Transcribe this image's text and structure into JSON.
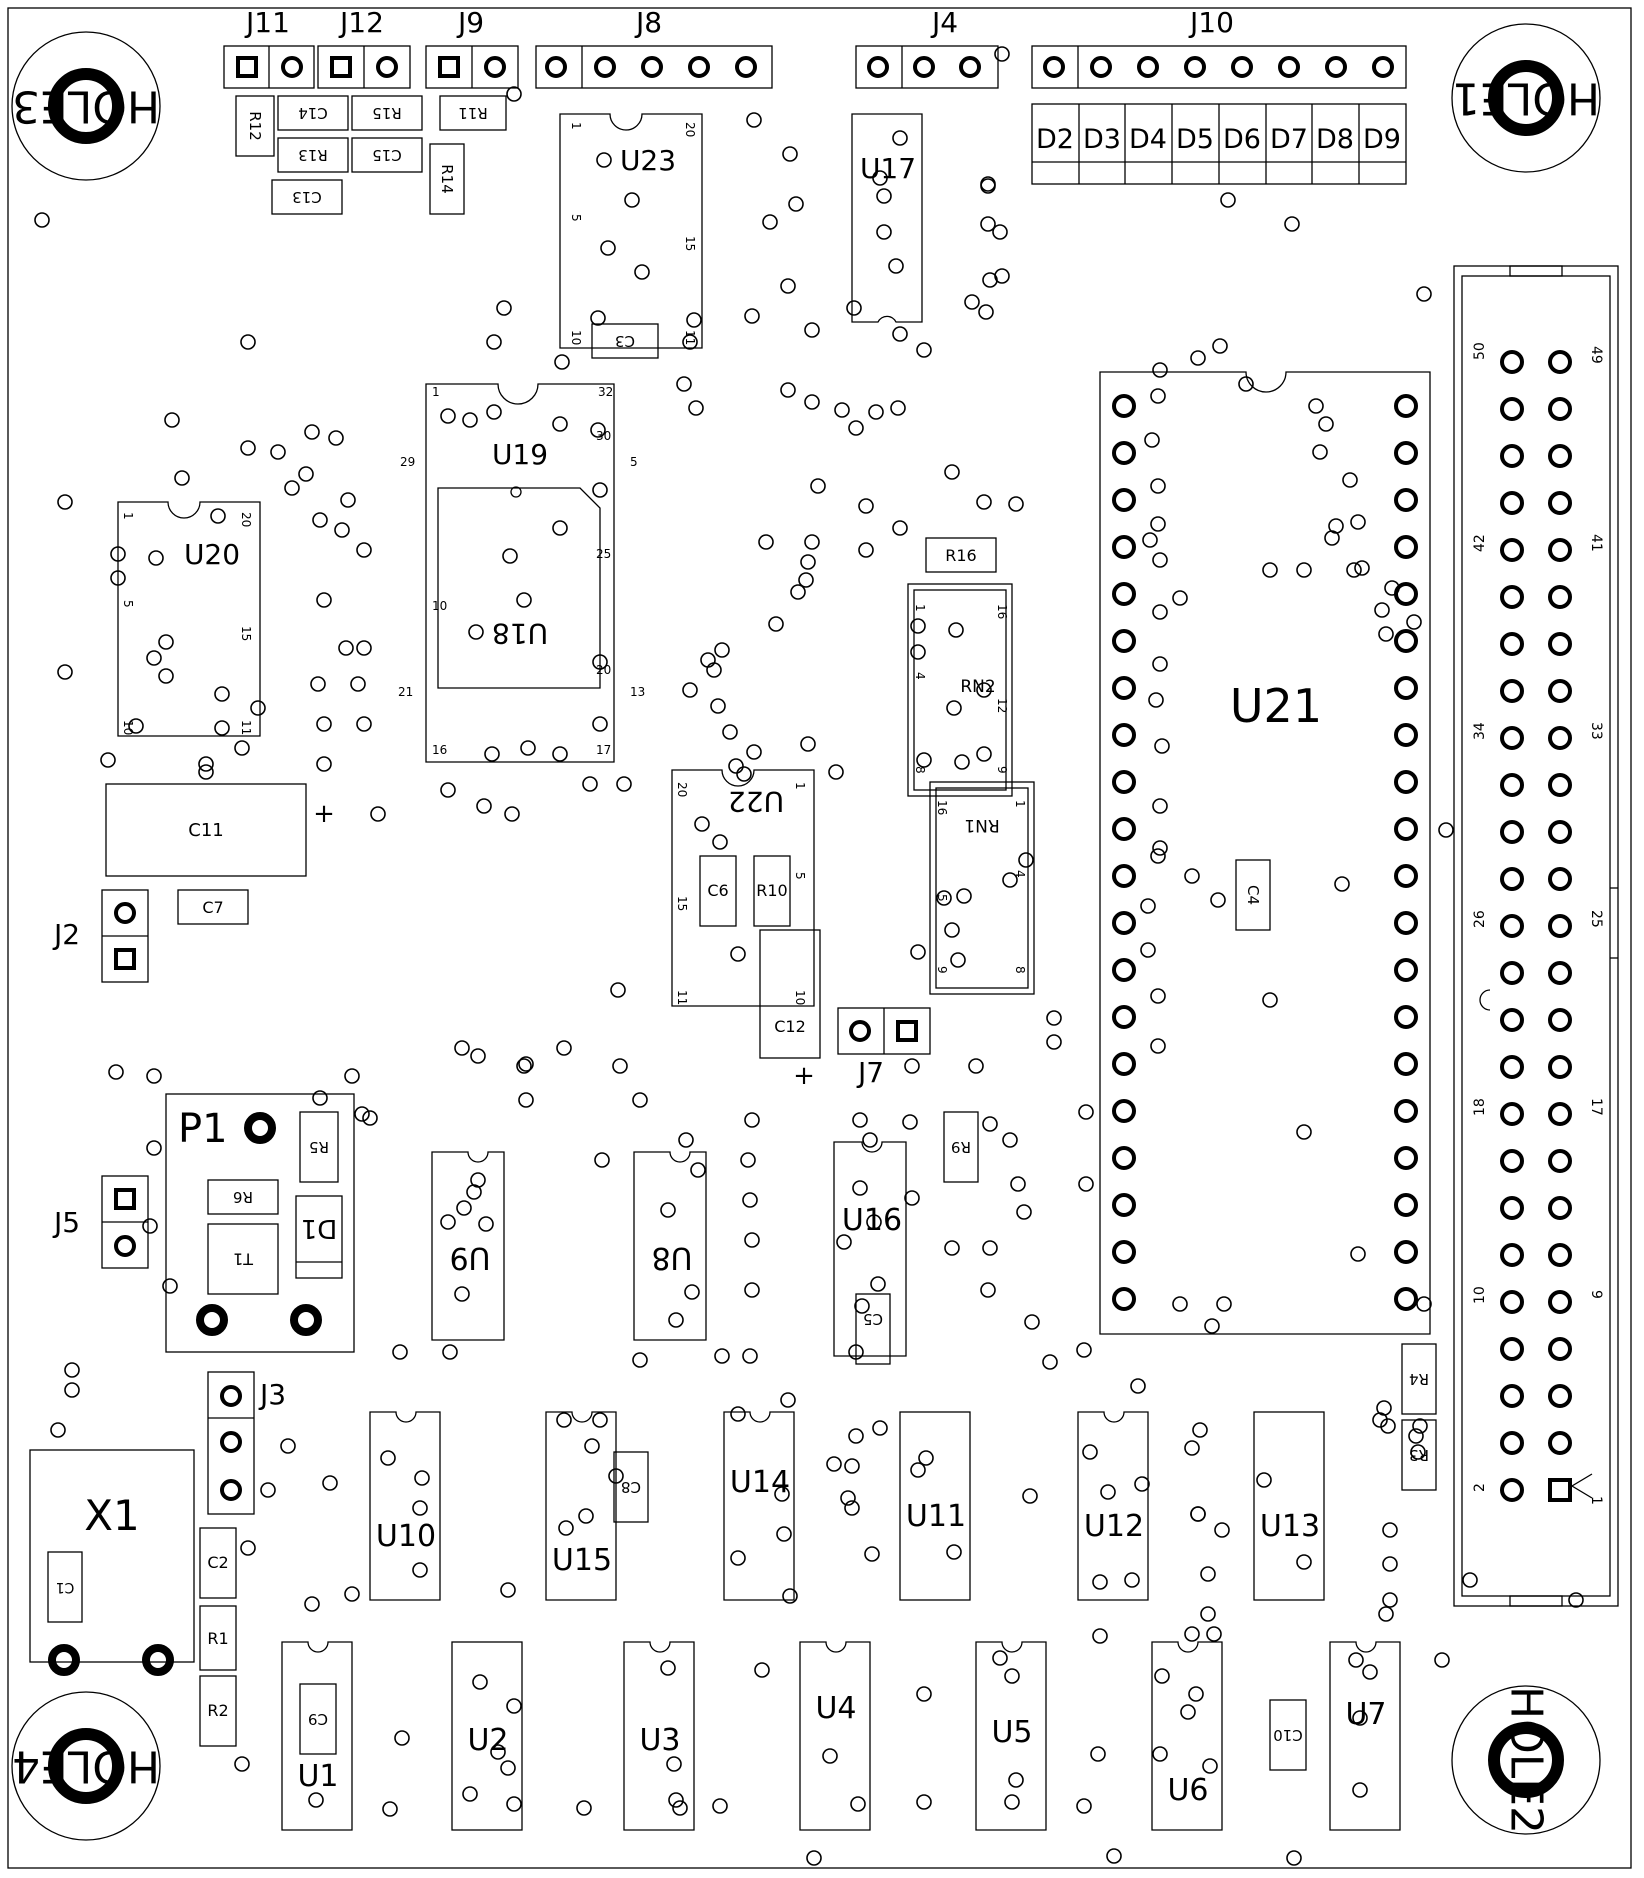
{
  "board": {
    "colors": {
      "ink": "#000000",
      "background": "#ffffff"
    },
    "holes": [
      "HOLE1",
      "HOLE2",
      "HOLE3",
      "HOLE4"
    ],
    "connectors": {
      "j11": "J11",
      "j12": "J12",
      "j9": "J9",
      "j8": "J8",
      "j4": "J4",
      "j10": "J10",
      "j2": "J2",
      "j5": "J5",
      "j3": "J3",
      "j7": "J7",
      "p1": "P1",
      "x1": "X1"
    },
    "d_labels": [
      "D2",
      "D3",
      "D4",
      "D5",
      "D6",
      "D7",
      "D8",
      "D9"
    ],
    "chips": {
      "u1": "U1",
      "u2": "U2",
      "u3": "U3",
      "u4": "U4",
      "u5": "U5",
      "u6": "U6",
      "u7": "U7",
      "u8": "U8",
      "u9": "U9",
      "u10": "U10",
      "u11": "U11",
      "u12": "U12",
      "u13": "U13",
      "u14": "U14",
      "u15": "U15",
      "u16": "U16",
      "u17": "U17",
      "u18": "U18",
      "u19": "U19",
      "u20": "U20",
      "u21": "U21",
      "u22": "U22",
      "u23": "U23",
      "rn1": "RN1",
      "rn2": "RN2"
    },
    "passives": {
      "c1": "C1",
      "c2": "C2",
      "c3": "C3",
      "c4": "C4",
      "c5": "C5",
      "c6": "C6",
      "c7": "C7",
      "c8": "C8",
      "c9": "C9",
      "c10": "C10",
      "c11": "C11",
      "c12": "C12",
      "c13": "C13",
      "c14": "C14",
      "c15": "C15",
      "r1": "R1",
      "r2": "R2",
      "r3": "R3",
      "r4": "R4",
      "r5": "R5",
      "r6": "R6",
      "r9": "R9",
      "r10": "R10",
      "r11": "R11",
      "r12": "R12",
      "r13": "R13",
      "r14": "R14",
      "r15": "R15",
      "r16": "R16",
      "d1": "D1",
      "t1": "T1"
    },
    "pin_numbers": {
      "j1_left": [
        "50",
        "42",
        "34",
        "26",
        "18",
        "10",
        "2"
      ],
      "j1_right": [
        "49",
        "41",
        "33",
        "25",
        "17",
        "9",
        "1"
      ],
      "u19": [
        "1",
        "32",
        "30",
        "29",
        "5",
        "25",
        "10",
        "20",
        "21",
        "13",
        "16",
        "17"
      ],
      "u23": [
        "1",
        "20",
        "5",
        "15",
        "10",
        "11"
      ],
      "u20": [
        "1",
        "20",
        "5",
        "15",
        "10",
        "11"
      ],
      "u22": [
        "20",
        "1",
        "15",
        "5",
        "11",
        "10"
      ],
      "rn2": [
        "1",
        "16",
        "4",
        "12",
        "8",
        "9"
      ],
      "rn1": [
        "16",
        "1",
        "5",
        "4",
        "9",
        "8"
      ]
    },
    "plus_sign": "+"
  }
}
